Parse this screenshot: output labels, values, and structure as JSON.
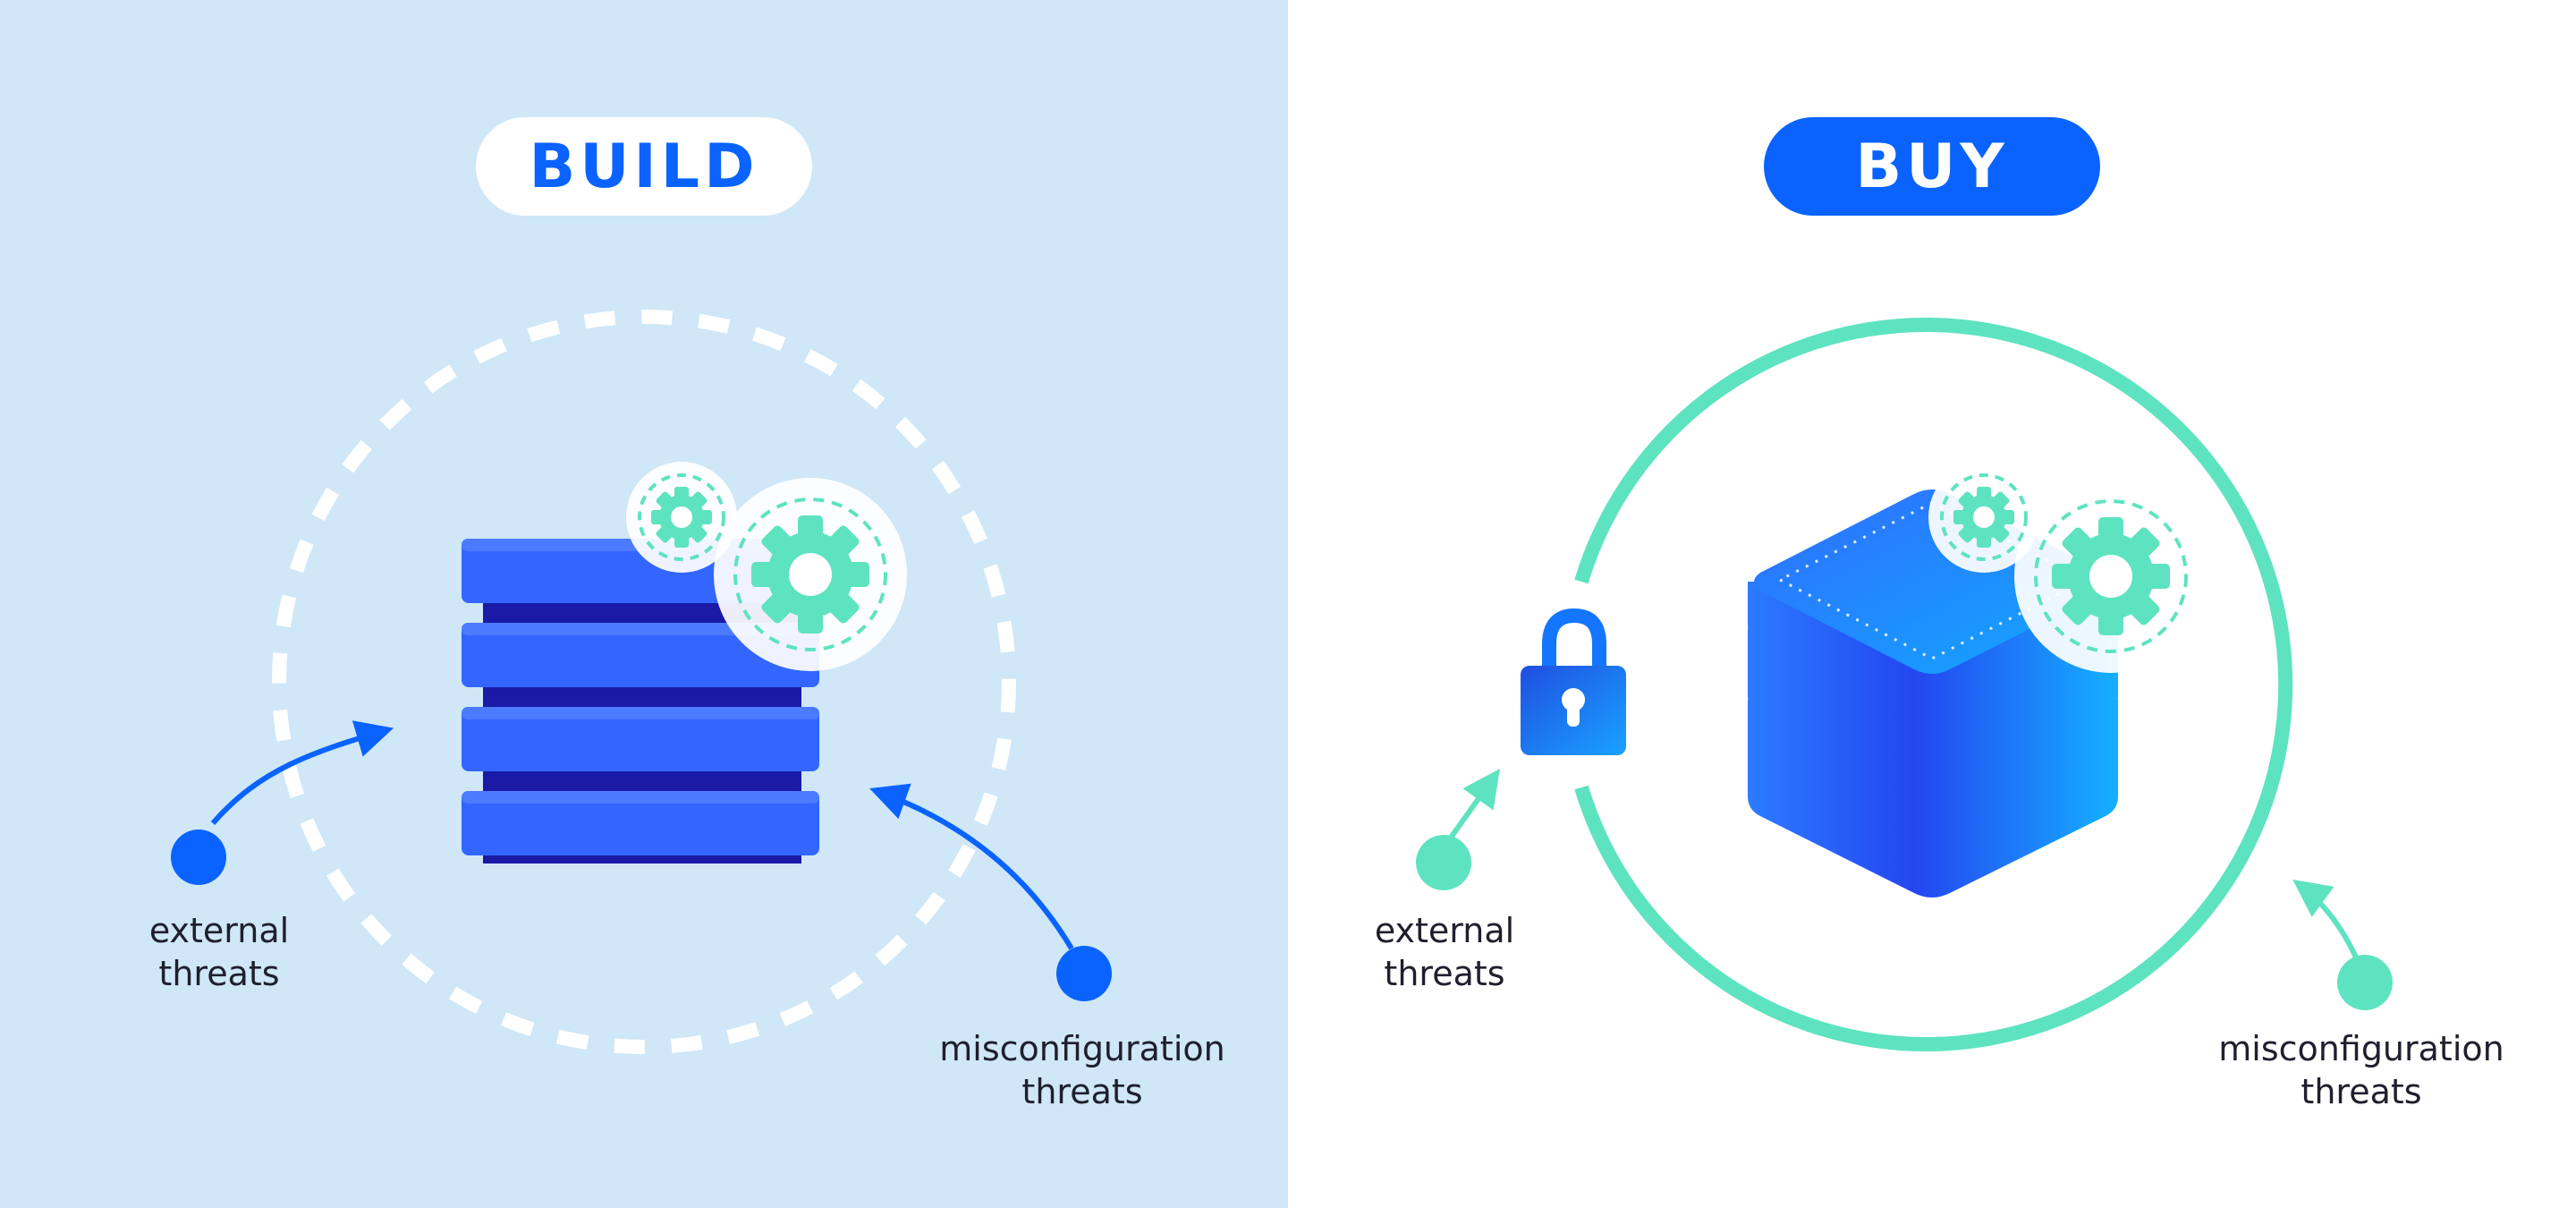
{
  "colors": {
    "build_bg": "#cfe7f7",
    "buy_bg": "#ffffff",
    "brand_blue": "#0a63ff",
    "server_blue": "#3366ff",
    "server_dark": "#1a1aa6",
    "teal": "#5ee3c0",
    "label_text": "#1f1f2e"
  },
  "build": {
    "title": "BUILD",
    "external_label": [
      "external",
      "threats"
    ],
    "misconfig_label": [
      "misconfiguration",
      "threats"
    ],
    "icons": [
      "server-stack-icon",
      "small-gear-icon",
      "large-gear-icon",
      "dashed-perimeter-circle"
    ]
  },
  "buy": {
    "title": "BUY",
    "external_label": [
      "external",
      "threats"
    ],
    "misconfig_label": [
      "misconfiguration",
      "threats"
    ],
    "icons": [
      "isometric-cloud-stack-icon",
      "padlock-icon",
      "small-gear-icon",
      "large-gear-icon",
      "solid-perimeter-circle"
    ]
  }
}
